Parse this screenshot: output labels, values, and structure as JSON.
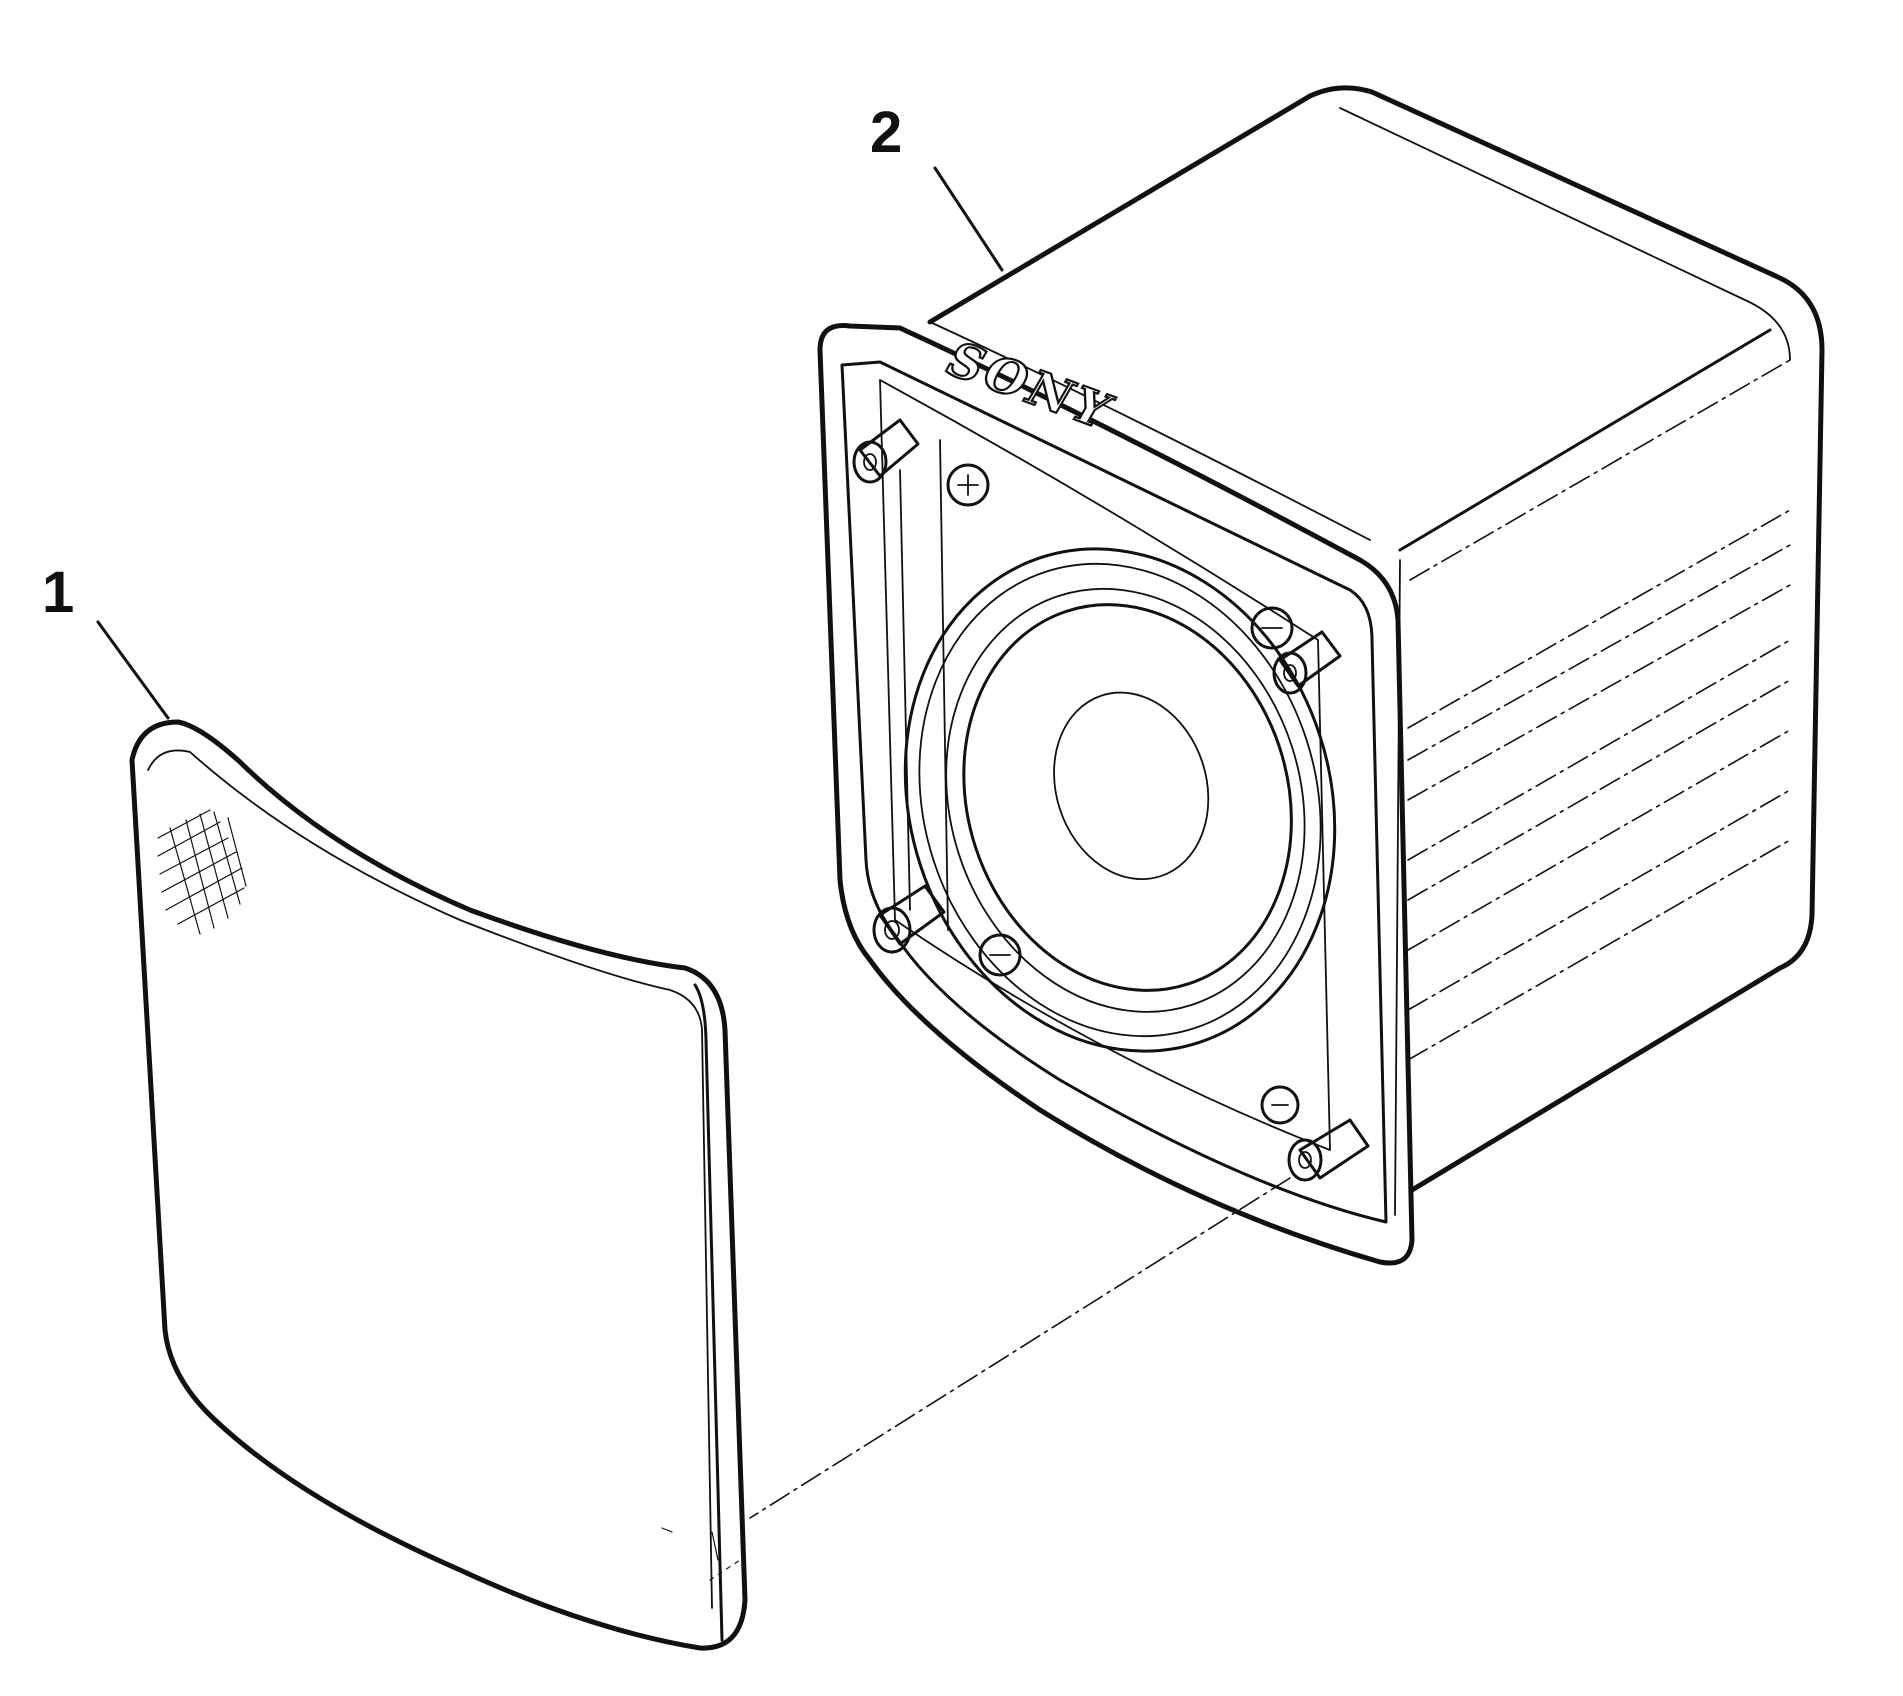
{
  "callouts": {
    "grille": "1",
    "speaker": "2"
  },
  "brand_text": "SONY",
  "colors": {
    "line": "#111111",
    "background": "#ffffff"
  }
}
